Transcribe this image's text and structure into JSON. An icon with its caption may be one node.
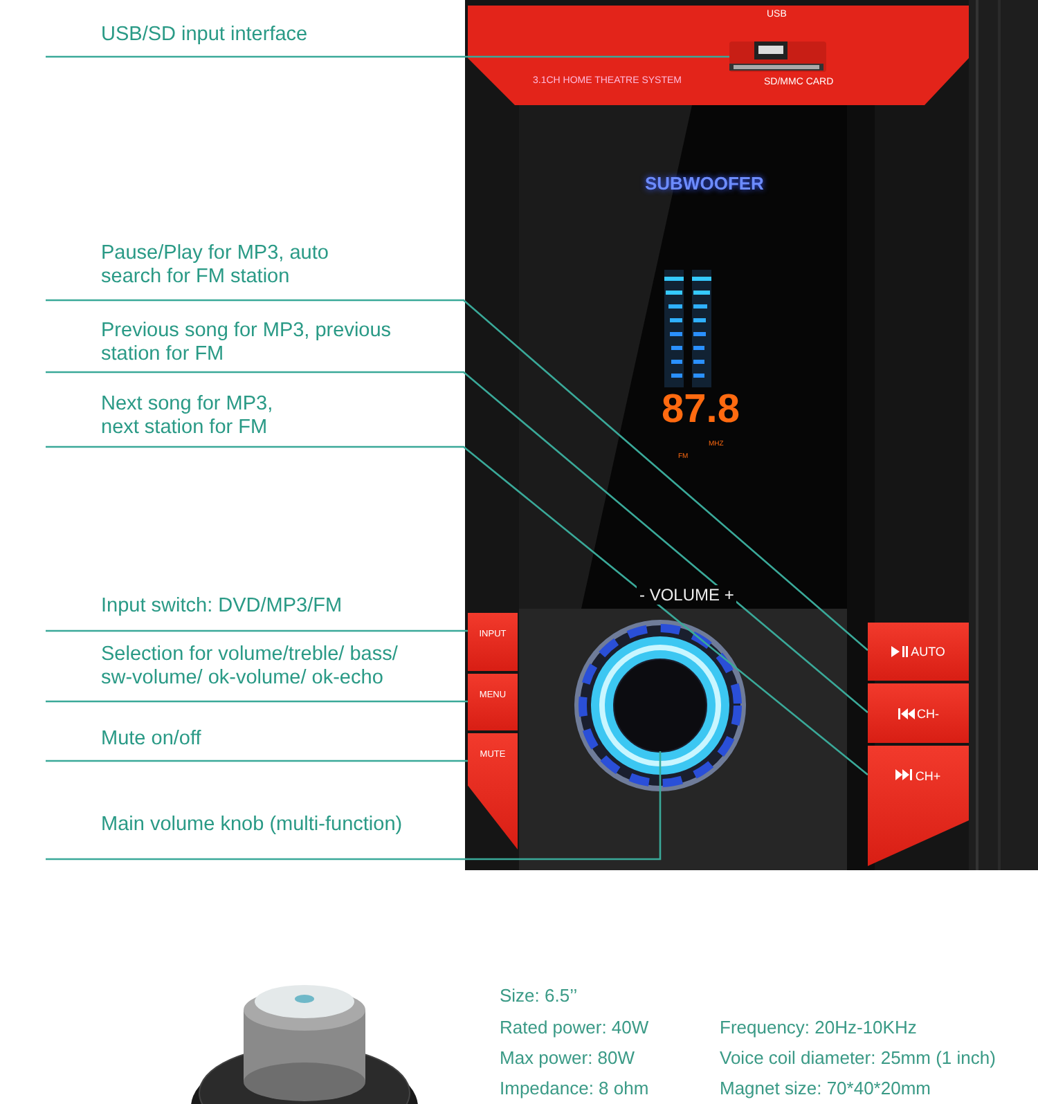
{
  "diagram": {
    "nodes": [
      {
        "text": [
          "USB/SD input interface"
        ]
      },
      {
        "text": [
          "Pause/Play for MP3, auto search for FM station"
        ]
      },
      {
        "text": [
          "Previous song for MP3, previous station for FM"
        ]
      },
      {
        "text": [
          "Next song for MP3, next station for FM"
        ]
      },
      {
        "text": [
          "Input switch: DVD/MP3/FM"
        ]
      },
      {
        "text": [
          "Selection for volume/treble/ bass/ sw-volume/ ok-volume/ ok-echo"
        ]
      },
      {
        "text": [
          "Mute on/off"
        ]
      },
      {
        "text": [
          "Main volume knob (multi-function)"
        ]
      },
      {
        "text": [],
        "shape": "box",
        "beside": [
          "USB",
          "SD/MMC CARD"
        ]
      },
      {
        "text": [
          "AUTO"
        ]
      },
      {
        "text": [
          "CH-"
        ]
      },
      {
        "text": [
          "CH+"
        ]
      },
      {
        "text": [
          "INPUT"
        ]
      },
      {
        "text": [
          "MENU"
        ]
      },
      {
        "text": [
          "MUTE"
        ]
      },
      {
        "text": [],
        "shape": "circle"
      }
    ],
    "edges": [
      {
        "from": 0,
        "to": 8,
        "arrow": "none"
      },
      {
        "from": 1,
        "to": 9,
        "arrow": "none"
      },
      {
        "from": 2,
        "to": 10,
        "arrow": "none"
      },
      {
        "from": 3,
        "to": 11,
        "arrow": "none"
      },
      {
        "from": 4,
        "to": 12,
        "arrow": "none"
      },
      {
        "from": 5,
        "to": 13,
        "arrow": "none"
      },
      {
        "from": 6,
        "to": 14,
        "arrow": "none"
      },
      {
        "from": 7,
        "to": 15,
        "arrow": "none"
      }
    ],
    "labels": [
      "3.1CH HOME THEATRE SYSTEM",
      "SUBWOOFER",
      "87.8",
      "FM",
      "MHZ",
      "- VOLUME +",
      "Size: 6.5’’",
      "Rated power: 40W",
      "Frequency: 20Hz-10KHz",
      "Max power: 80W",
      "Voice coil diameter: 25mm (1 inch)",
      "Impedance: 8 ohm",
      "Magnet size: 70*40*20mm"
    ]
  }
}
